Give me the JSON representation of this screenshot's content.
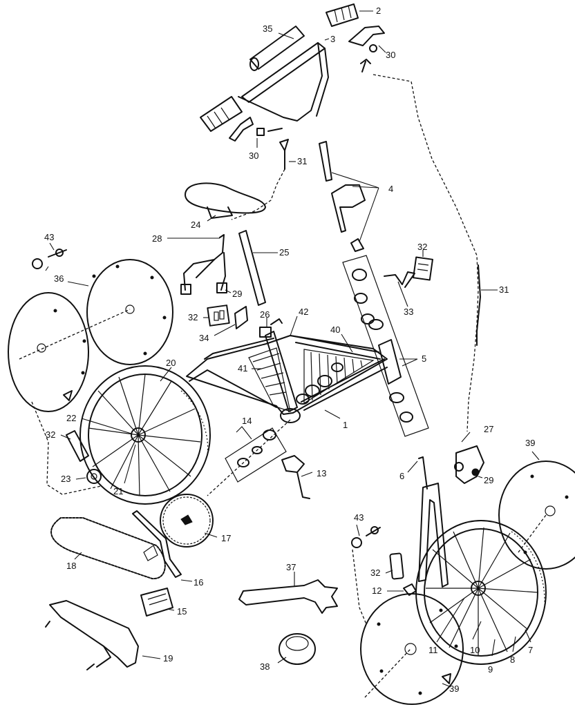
{
  "callouts": {
    "n1": "1",
    "n2": "2",
    "n3": "3",
    "n4": "4",
    "n5": "5",
    "n6": "6",
    "n7": "7",
    "n8": "8",
    "n9": "9",
    "n10": "10",
    "n11": "11",
    "n12": "12",
    "n13": "13",
    "n14": "14",
    "n15": "15",
    "n16": "16",
    "n17": "17",
    "n18": "18",
    "n19": "19",
    "n20": "20",
    "n21": "21",
    "n22": "22",
    "n23": "23",
    "n24": "24",
    "n25": "25",
    "n26": "26",
    "n27": "27",
    "n28": "28",
    "n29a": "29",
    "n29b": "29",
    "n30a": "30",
    "n30b": "30",
    "n31a": "31",
    "n31b": "31",
    "n32a": "32",
    "n32b": "32",
    "n32c": "32",
    "n32d": "32",
    "n33": "33",
    "n34": "34",
    "n35": "35",
    "n36": "36",
    "n37": "37",
    "n38": "38",
    "n39a": "39",
    "n39b": "39",
    "n40": "40",
    "n41": "41",
    "n42": "42",
    "n43a": "43",
    "n43b": "43"
  },
  "colors": {
    "ink": "#111111",
    "paper": "#ffffff"
  }
}
